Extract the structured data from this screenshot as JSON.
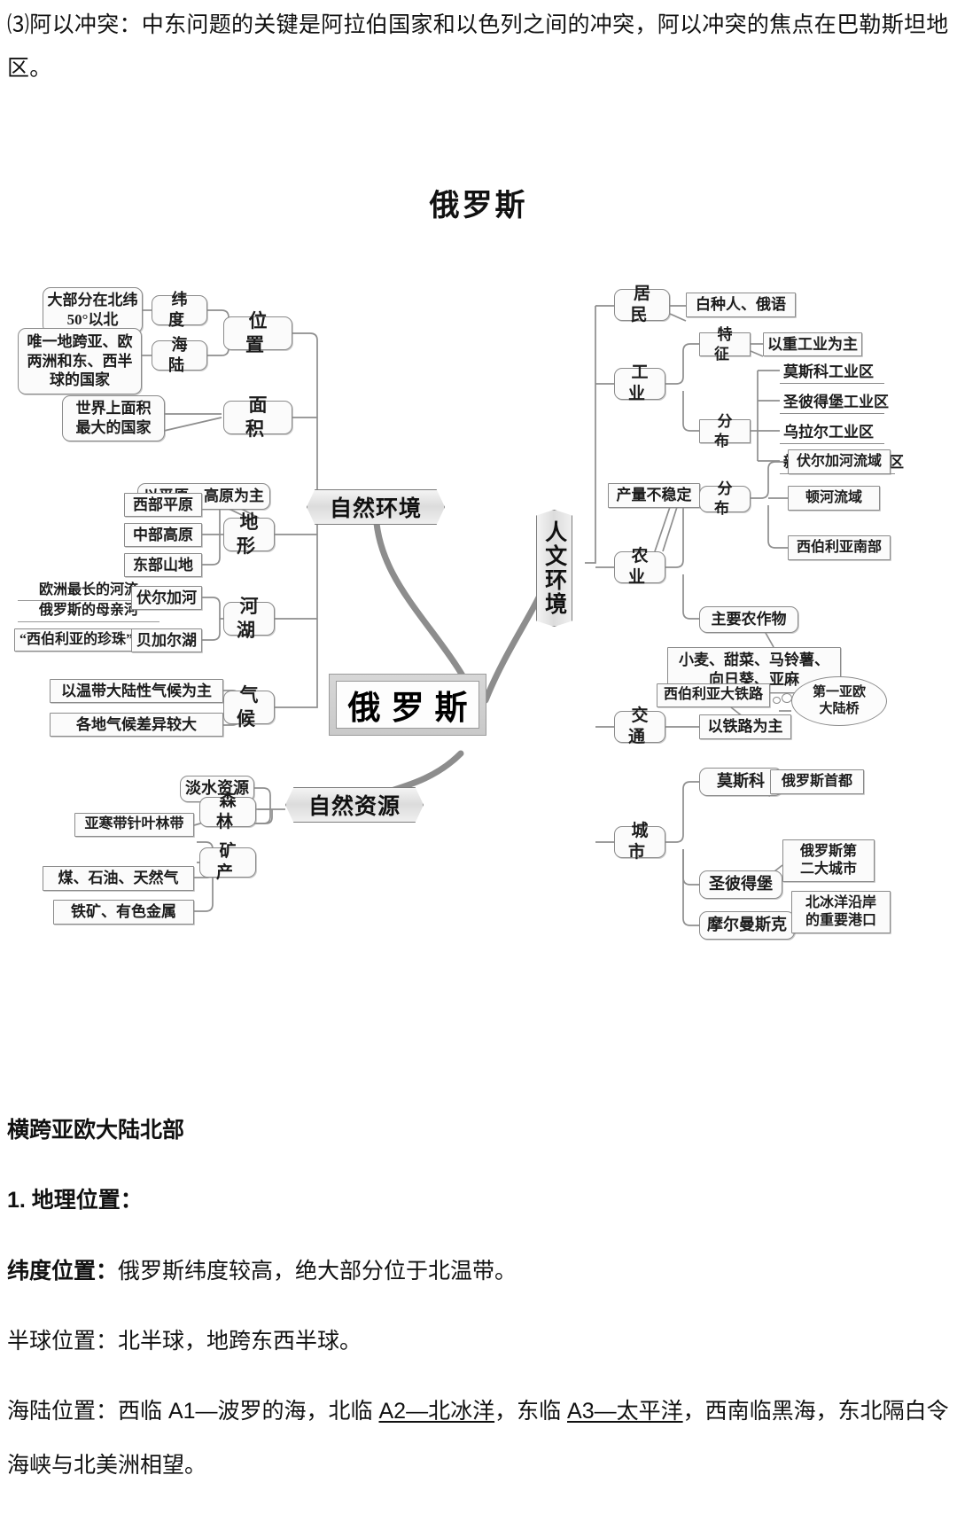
{
  "document": {
    "top_paragraph": "⑶阿以冲突：中东问题的关键是阿拉伯国家和以色列之间的冲突，阿以冲突的焦点在巴勒斯坦地区。",
    "section_heading": "横跨亚欧大陆北部",
    "subsection_heading": "1. 地理位置：",
    "lines": [
      {
        "label": "纬度位置：",
        "text": "俄罗斯纬度较高，绝大部分位于北温带。",
        "bold_label": true
      },
      {
        "label": "半球位置：",
        "text": "北半球，地跨东西半球。",
        "bold_label": false
      },
      {
        "label": "海陆位置：",
        "text": "西临 A1—波罗的海，北临 A2—北冰洋，东临 A3—太平洋，西南临黑海，东北隔白令海峡与北美洲相望。",
        "bold_label": false
      }
    ],
    "sea_land_parts": {
      "prefix": "海陆位置：西临 A1—波罗的海，北临 ",
      "u1": "A2—北冰洋",
      "mid": "，东临 ",
      "u2": "A3—太平洋",
      "suffix": "，西南临黑海，东北隔白令海峡与北美洲相望。"
    }
  },
  "mindmap": {
    "title": "俄罗斯",
    "central": "俄罗斯",
    "branches": {
      "natural_environment": "自然环境",
      "natural_resources": "自然资源",
      "human_environment": "人文环境"
    },
    "left": {
      "position": {
        "label": "位 置",
        "children": [
          {
            "label": "纬 度",
            "detail": "大部分在北纬\n50°以北"
          },
          {
            "label": "海 陆",
            "detail": "唯一地跨亚、欧\n两洲和东、西半\n球的国家"
          }
        ]
      },
      "area": {
        "label": "面 积",
        "detail": "世界上面积\n最大的国家"
      },
      "landform": {
        "label": "地 形",
        "summary": "以平原、高原为主",
        "children": [
          "西部平原",
          "中部高原",
          "东部山地"
        ]
      },
      "rivers_lakes": {
        "label": "河 湖",
        "children": [
          {
            "label": "伏尔加河",
            "details": [
              "欧洲最长的河流",
              "俄罗斯的母亲河"
            ]
          },
          {
            "label": "贝加尔湖",
            "details": [
              "“西伯利亚的珍珠”"
            ]
          }
        ]
      },
      "climate": {
        "label": "气 候",
        "children": [
          "以温带大陆性气候为主",
          "各地气候差异较大"
        ]
      },
      "resources": {
        "freshwater": "淡水资源",
        "forest": {
          "label": "森 林",
          "detail": "亚寒带针叶林带"
        },
        "mineral": {
          "label": "矿 产",
          "details": [
            "煤、石油、天然气",
            "铁矿、有色金属"
          ]
        }
      }
    },
    "right": {
      "residents": {
        "label": "居 民",
        "detail": "白种人、俄语"
      },
      "industry": {
        "label": "工 业",
        "feature_label": "特 征",
        "feature_detail": "以重工业为主",
        "distribution_label": "分 布",
        "zones": [
          "莫斯科工业区",
          "圣彼得堡工业区",
          "乌拉尔工业区",
          "新西伯利亚工业区"
        ]
      },
      "agriculture": {
        "label": "农 业",
        "note": "产量不稳定",
        "distribution_label": "分 布",
        "areas": [
          "伏尔加河流域",
          "顿河流域",
          "西伯利亚南部"
        ],
        "crops_label": "主要农作物",
        "crops_detail": "小麦、甜菜、马铃薯、\n向日葵、亚麻"
      },
      "transport": {
        "label": "交 通",
        "detail": "以铁路为主",
        "railway": "西伯利亚大铁路",
        "railway_note": "第一亚欧\n大陆桥"
      },
      "cities": {
        "label": "城 市",
        "items": [
          {
            "name": "莫斯科",
            "note": "俄罗斯首都"
          },
          {
            "name": "圣彼得堡",
            "note": "俄罗斯第\n二大城市"
          },
          {
            "name": "摩尔曼斯克",
            "note": "北冰洋沿岸\n的重要港口"
          }
        ]
      }
    }
  }
}
